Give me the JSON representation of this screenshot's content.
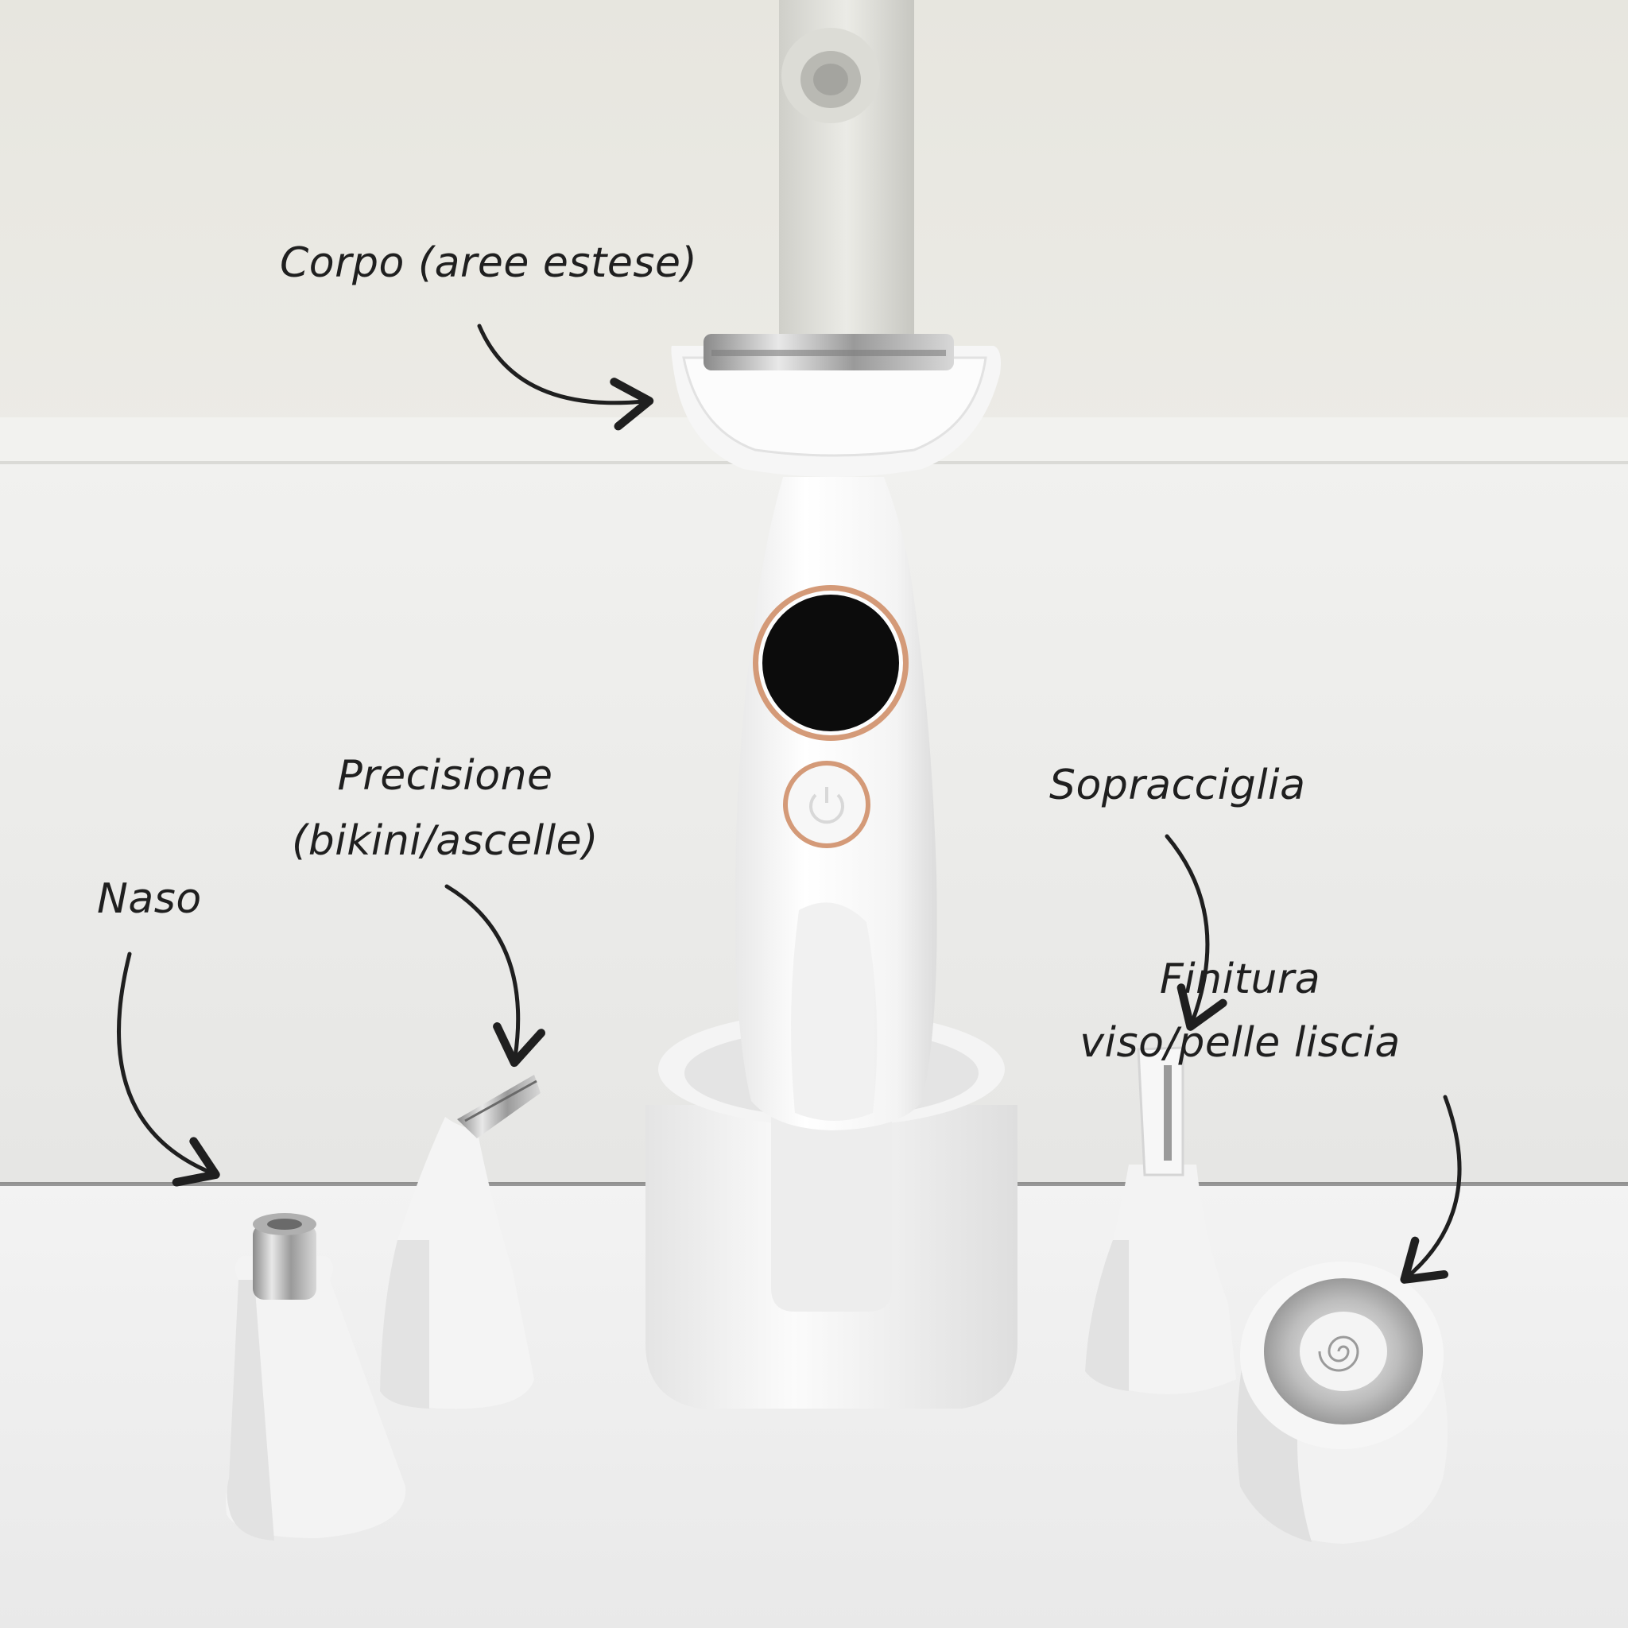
{
  "labels": {
    "corpo": "Corpo (aree estese)",
    "precisione_line1": "Precisione",
    "precisione_line2": "(bikini/ascelle)",
    "naso": "Naso",
    "sopracciglia": "Sopracciglia",
    "finitura_line1": "Finitura",
    "finitura_line2": "viso/pelle liscia"
  },
  "colors": {
    "wall": "#e9e8e3",
    "sink": "#f4f4f2",
    "device": "#fbfbfa",
    "display": "#0c0c0c",
    "rose_gold": "#d49a78",
    "annotation": "#1f1f1f"
  }
}
